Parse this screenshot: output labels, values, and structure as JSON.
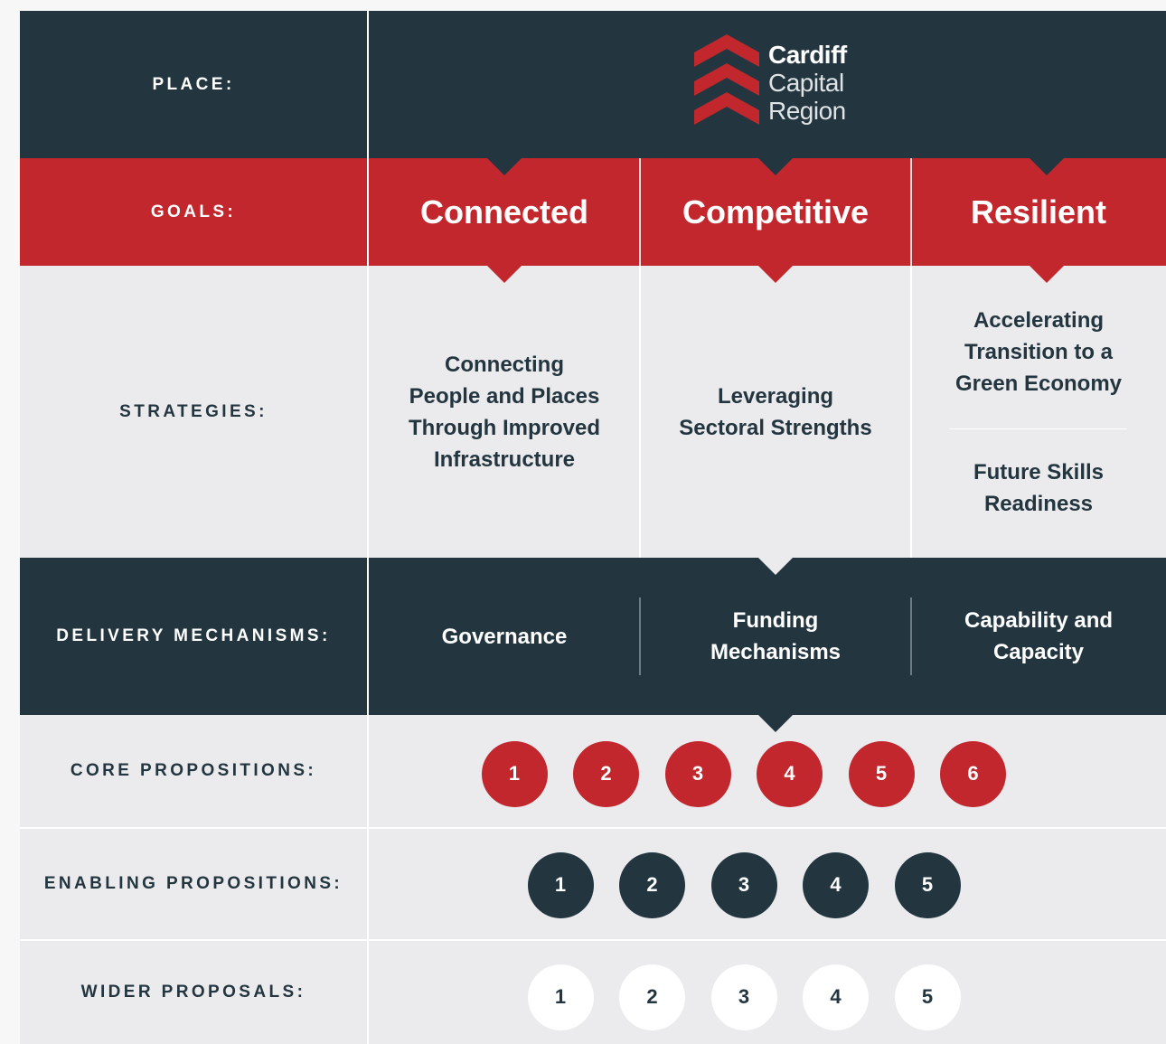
{
  "place": {
    "label": "PLACE:",
    "logo": {
      "line1": "Cardiff",
      "line2": "Capital",
      "line3": "Region"
    }
  },
  "goals": {
    "label": "GOALS:",
    "items": [
      "Connected",
      "Competitive",
      "Resilient"
    ]
  },
  "strategies": {
    "label": "STRATEGIES:",
    "connected": [
      "Connecting",
      "People and Places",
      "Through Improved",
      "Infrastructure"
    ],
    "competitive": [
      "Leveraging",
      "Sectoral Strengths"
    ],
    "resilient_a": [
      "Accelerating",
      "Transition to a",
      "Green Economy"
    ],
    "resilient_b": [
      "Future Skills",
      "Readiness"
    ]
  },
  "delivery": {
    "label": "DELIVERY MECHANISMS:",
    "items": [
      [
        "Governance"
      ],
      [
        "Funding",
        "Mechanisms"
      ],
      [
        "Capability and",
        "Capacity"
      ]
    ]
  },
  "core": {
    "label": "CORE PROPOSITIONS:",
    "numbers": [
      "1",
      "2",
      "3",
      "4",
      "5",
      "6"
    ]
  },
  "enabling": {
    "label": "ENABLING PROPOSITIONS:",
    "numbers": [
      "1",
      "2",
      "3",
      "4",
      "5"
    ]
  },
  "wider": {
    "label": "WIDER PROPOSALS:",
    "numbers": [
      "1",
      "2",
      "3",
      "4",
      "5"
    ]
  },
  "colors": {
    "navy": "#233640",
    "red": "#c1272d",
    "light": "#ebebed",
    "white": "#ffffff"
  },
  "icons": {
    "logo": "chevron-stack-logo-icon"
  }
}
